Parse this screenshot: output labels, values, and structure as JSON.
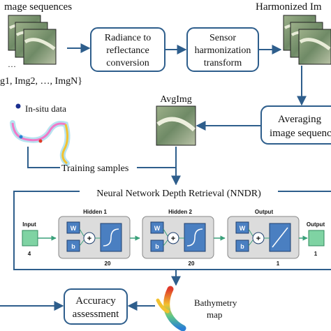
{
  "inputs": {
    "image_sequences_label": "mage sequences",
    "image_list_label": "g1, Img2, …, ImgN}",
    "ellipsis": "…"
  },
  "processes": {
    "radiance_line1": "Radiance to",
    "radiance_line2": "reflectance",
    "radiance_line3": "conversion",
    "sensor_line1": "Sensor",
    "sensor_line2": "harmonization",
    "sensor_line3": "transform",
    "averaging_line1": "Averaging",
    "averaging_line2": "image sequenc"
  },
  "outputs": {
    "harmonized_label": "Harmonized Im",
    "avgimg_label": "AvgImg"
  },
  "insitu": {
    "label": "In-situ data",
    "training_samples_label": "Training samples"
  },
  "nndr": {
    "title": "Neural Network Depth Retrieval (NNDR)",
    "input_label": "Input",
    "input_count": "4",
    "hidden1_label": "Hidden 1",
    "hidden1_count": "20",
    "hidden2_label": "Hidden 2",
    "hidden2_count": "20",
    "output_label": "Output",
    "output_count": "1",
    "final_output_label": "Output",
    "final_output_count": "1",
    "weight_symbol": "W",
    "bias_symbol": "b",
    "plus_symbol": "+"
  },
  "results": {
    "accuracy_line1": "Accuracy",
    "accuracy_line2": "assessment",
    "bathymetry_line1": "Bathymetry",
    "bathymetry_line2": "map"
  },
  "colors": {
    "arrow": "#2e5e8c",
    "box_border": "#2e5e8c",
    "nn_panel": "#dcdcdc",
    "nn_block": "#4a7fc1",
    "nn_io": "#7fd3a3"
  }
}
